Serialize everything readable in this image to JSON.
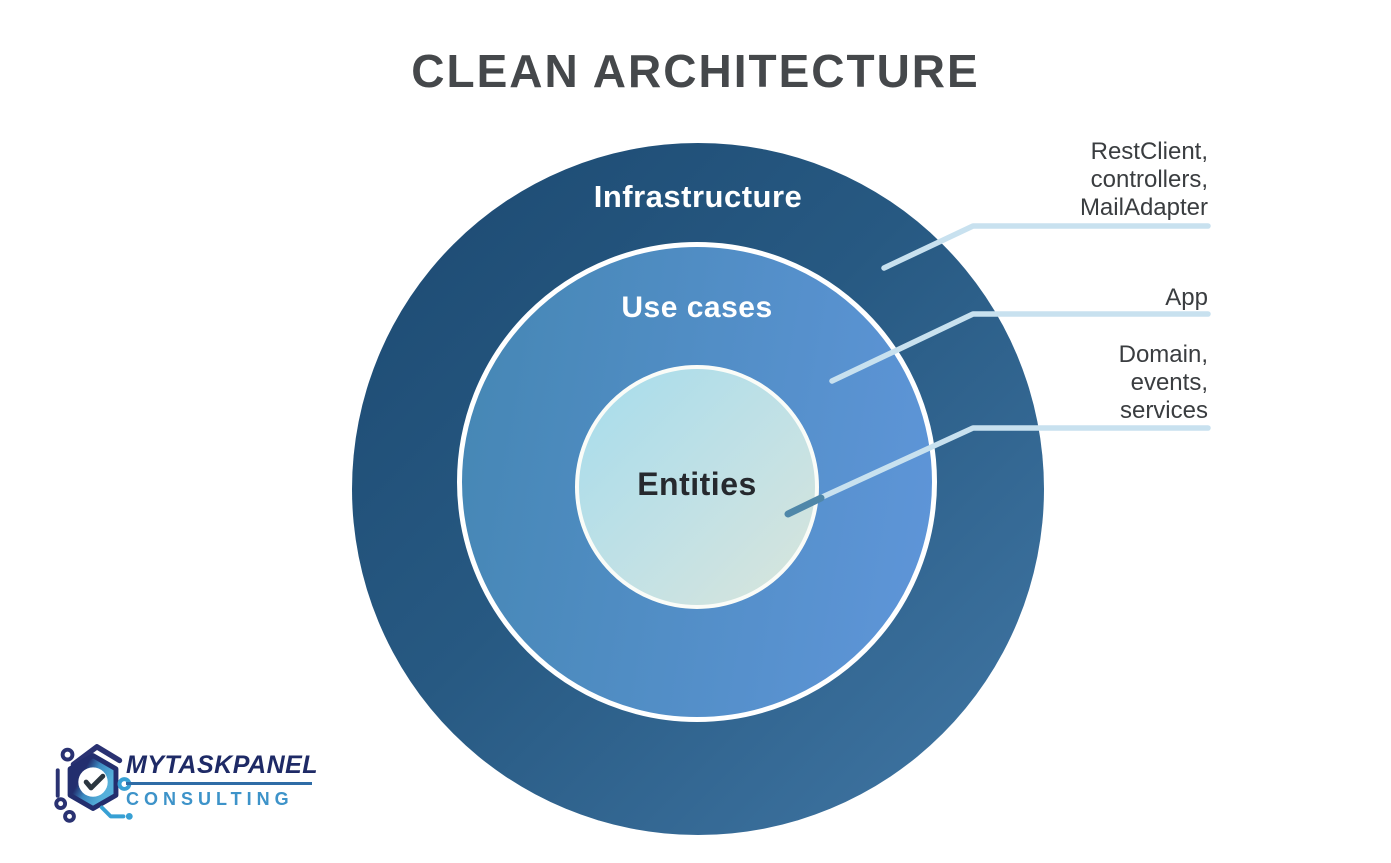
{
  "title": "CLEAN ARCHITECTURE",
  "diagram": {
    "rings": [
      {
        "name": "infrastructure",
        "label": "Infrastructure",
        "gradient": [
          "#1c4971",
          "#4278a6"
        ],
        "text_color": "#ffffff"
      },
      {
        "name": "use-cases",
        "label": "Use cases",
        "gradient": [
          "#4687b5",
          "#5e95d8"
        ],
        "text_color": "#ffffff"
      },
      {
        "name": "entities",
        "label": "Entities",
        "gradient": [
          "#a6dcec",
          "#d9e5db"
        ],
        "text_color": "#26292e"
      }
    ],
    "annotations": [
      {
        "target": "infrastructure",
        "lines": [
          "RestClient,",
          "controllers,",
          "MailAdapter"
        ]
      },
      {
        "target": "use-cases",
        "lines": [
          "App"
        ]
      },
      {
        "target": "entities",
        "lines": [
          "Domain,",
          "events,",
          "services"
        ]
      }
    ],
    "annotation_text_color": "#3a3d40",
    "leader_line_color": "#c8e1ef",
    "leader_tip_color": "#4f87a9",
    "title_color": "#45484b"
  },
  "logo": {
    "brand": "MYTASKPANEL",
    "subtitle": "CONSULTING",
    "brand_color": "#1e2a66",
    "subtitle_color": "#3d93c9",
    "rule_color": "#2e6ca6",
    "icon": "hexagon-check-circuit-icon"
  }
}
